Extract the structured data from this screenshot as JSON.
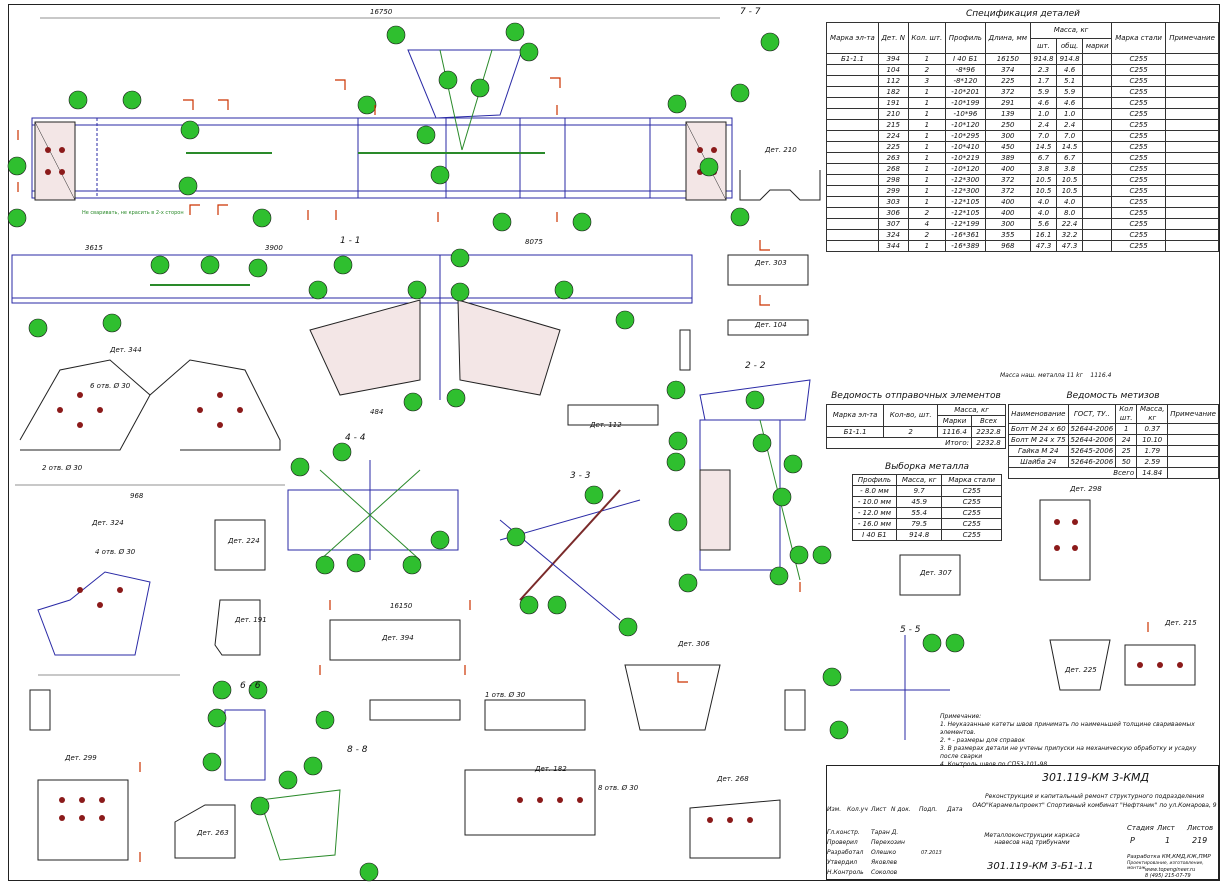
{
  "spec": {
    "title": "Спецификация деталей",
    "headers": {
      "mark": "Марка эл-та",
      "det": "Дет. N",
      "qty": "Кол. шт.",
      "profile": "Профиль",
      "length": "Длина, мм",
      "mass": "Масса, кг",
      "mass_one": "шт.",
      "mass_total": "общ.",
      "mass_mark": "марки",
      "steel": "Марка стали",
      "note": "Примечание"
    },
    "rows": [
      [
        "Б1-1.1",
        "394",
        "1",
        "I 40 Б1",
        "16150",
        "914.8",
        "914.8",
        "",
        "С255",
        ""
      ],
      [
        "",
        "104",
        "2",
        "-8*96",
        "374",
        "2.3",
        "4.6",
        "",
        "С255",
        ""
      ],
      [
        "",
        "112",
        "3",
        "-8*120",
        "225",
        "1.7",
        "5.1",
        "",
        "С255",
        ""
      ],
      [
        "",
        "182",
        "1",
        "-10*201",
        "372",
        "5.9",
        "5.9",
        "",
        "С255",
        ""
      ],
      [
        "",
        "191",
        "1",
        "-10*199",
        "291",
        "4.6",
        "4.6",
        "",
        "С255",
        ""
      ],
      [
        "",
        "210",
        "1",
        "-10*96",
        "139",
        "1.0",
        "1.0",
        "",
        "С255",
        ""
      ],
      [
        "",
        "215",
        "1",
        "-10*120",
        "250",
        "2.4",
        "2.4",
        "",
        "С255",
        ""
      ],
      [
        "",
        "224",
        "1",
        "-10*295",
        "300",
        "7.0",
        "7.0",
        "",
        "С255",
        ""
      ],
      [
        "",
        "225",
        "1",
        "-10*410",
        "450",
        "14.5",
        "14.5",
        "",
        "С255",
        ""
      ],
      [
        "",
        "263",
        "1",
        "-10*219",
        "389",
        "6.7",
        "6.7",
        "",
        "С255",
        ""
      ],
      [
        "",
        "268",
        "1",
        "-10*120",
        "400",
        "3.8",
        "3.8",
        "",
        "С255",
        ""
      ],
      [
        "",
        "298",
        "1",
        "-12*300",
        "372",
        "10.5",
        "10.5",
        "",
        "С255",
        ""
      ],
      [
        "",
        "299",
        "1",
        "-12*300",
        "372",
        "10.5",
        "10.5",
        "",
        "С255",
        ""
      ],
      [
        "",
        "303",
        "1",
        "-12*105",
        "400",
        "4.0",
        "4.0",
        "",
        "С255",
        ""
      ],
      [
        "",
        "306",
        "2",
        "-12*105",
        "400",
        "4.0",
        "8.0",
        "",
        "С255",
        ""
      ],
      [
        "",
        "307",
        "4",
        "-12*199",
        "300",
        "5.6",
        "22.4",
        "",
        "С255",
        ""
      ],
      [
        "",
        "324",
        "2",
        "-16*361",
        "355",
        "16.1",
        "32.2",
        "",
        "С255",
        ""
      ],
      [
        "",
        "344",
        "1",
        "-16*389",
        "968",
        "47.3",
        "47.3",
        "",
        "С255",
        ""
      ]
    ],
    "weld_mass_label": "Масса наш. металла 11 kг",
    "mark_mass": "1116.4"
  },
  "shipping": {
    "title": "Ведомость отправочных элементов",
    "headers": {
      "mark": "Марка эл-та",
      "qty": "Кол-во, шт.",
      "mass": "Масса, кг",
      "mark_mass": "Марки",
      "all": "Всех"
    },
    "rows": [
      [
        "Б1-1.1",
        "2",
        "1116.4",
        "2232.8"
      ]
    ],
    "total_label": "Итого:",
    "total": "2232.8"
  },
  "metal": {
    "title": "Выборка металла",
    "headers": {
      "profile": "Профиль",
      "mass": "Масса, кг",
      "steel": "Марка стали"
    },
    "rows": [
      [
        "- 8.0 мм",
        "9.7",
        "С255"
      ],
      [
        "- 10.0 мм",
        "45.9",
        "С255"
      ],
      [
        "- 12.0 мм",
        "55.4",
        "С255"
      ],
      [
        "- 16.0 мм",
        "79.5",
        "С255"
      ],
      [
        "I 40 Б1",
        "914.8",
        "С255"
      ]
    ]
  },
  "bolts": {
    "title": "Ведомость метизов",
    "headers": {
      "name": "Наименование",
      "gost": "ГОСТ, ТУ..",
      "qty": "Кол шт.",
      "mass": "Масса, кг",
      "note": "Примечание"
    },
    "rows": [
      [
        "Болт М 24 х 60",
        "52644-2006",
        "1",
        "0.37",
        ""
      ],
      [
        "Болт М 24 х 75",
        "52644-2006",
        "24",
        "10.10",
        ""
      ],
      [
        "Гайка М 24",
        "52645-2006",
        "25",
        "1.79",
        ""
      ],
      [
        "Шайба 24",
        "52646-2006",
        "50",
        "2.59",
        ""
      ]
    ],
    "total_label": "Всего",
    "total": "14.84"
  },
  "notes": {
    "title": "Примечание:",
    "items": [
      "1. Неуказанные катеты швов принимать по наименьшей толщине свариваемых элементов.",
      "2. * - размеры для справок",
      "3. В размерах детали не учтены припуски на механическую обработку и усадку после сварки",
      "4. Контроль швов по СП53-101-98"
    ]
  },
  "stamp": {
    "code_top": "301.119-КМ 3-КМД",
    "project": "Реконструкция и капитальный ремонт структурного подразделения ОАО\"Карамельпроект\" Спортивный комбинат \"Нефтяник\" по ул.Комарова, 9",
    "subject": "Металлоконструкции каркаса навесов над трибунами",
    "code_bottom": "301.119-КМ 3-Б1-1.1",
    "head": [
      "Изм.",
      "Кол.уч",
      "Лист",
      "N док.",
      "Подп.",
      "Дата"
    ],
    "roles": [
      [
        "Гл.констр.",
        "Таран Д."
      ],
      [
        "Проверил",
        "Перехозин"
      ],
      [
        "Разработал",
        "Олешко"
      ],
      [
        "Утвердил",
        "Яковлев"
      ],
      [
        "Н.Контроль",
        "Соколов"
      ]
    ],
    "date": "07.2013",
    "stage_label": "Стадия",
    "sheet_label": "Лист",
    "sheets_label": "Листов",
    "stage": "Р",
    "sheet": "1",
    "sheets": "219",
    "dev": "Разработка КМ,КМД,КЖ,ПМР",
    "dev2": "Проектирование, изготовление, монтаж",
    "site": "www.topengineer.ru",
    "phone": "8 (495) 215-07-79"
  },
  "views": {
    "sec77": "7 - 7",
    "sec11": "1 - 1",
    "sec22": "2 - 2",
    "sec33": "3 - 3",
    "sec44": "4 - 4",
    "sec55": "5 - 5",
    "sec66": "6 - 6",
    "sec88": "8 - 8",
    "det210": "Дет. 210",
    "det303": "Дет. 303",
    "det104": "Дет. 104",
    "det112": "Дет. 112",
    "det344": "Дет. 344",
    "det324": "Дет. 324",
    "det224": "Дет. 224",
    "det191": "Дет. 191",
    "det299": "Дет. 299",
    "det263": "Дет. 263",
    "det298": "Дет. 298",
    "det307": "Дет. 307",
    "det394": "Дет. 394",
    "det306": "Дет. 306",
    "det182": "Дет. 182",
    "det268": "Дет. 268",
    "det225": "Дет. 225",
    "det215": "Дет. 215",
    "dim_total": "16750",
    "dim_16150": "16150",
    "dim_8075": "8075",
    "dim_3900": "3900",
    "dim_3615": "3615",
    "dim_968": "968",
    "dim_484": "484",
    "bolt6_30": "6 отв. Ø 30",
    "bolt4_30": "4 отв. Ø 30",
    "bolt2_30": "2 отв. Ø 30",
    "bolt8_30": "8 отв. Ø 30",
    "bolt1_30": "1 отв. Ø 30",
    "weld_note": "Не сваривать, не красить в 2-х сторон"
  }
}
